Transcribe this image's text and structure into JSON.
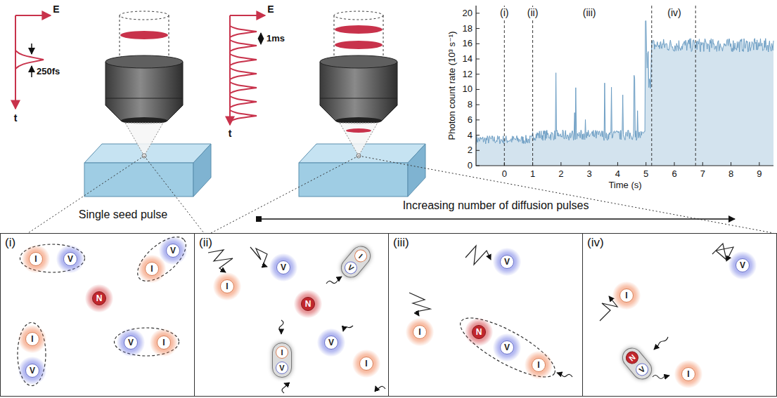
{
  "diagram": {
    "nodes": [
      {
        "text": [
          "(i)"
        ]
      },
      {
        "text": [
          "I"
        ],
        "in": 0
      },
      {
        "text": [
          "V"
        ],
        "in": 0
      },
      {
        "text": [
          "V"
        ],
        "in": 0
      },
      {
        "text": [
          "I"
        ],
        "in": 0
      },
      {
        "text": [
          "N"
        ],
        "in": 0
      },
      {
        "text": [
          "I"
        ],
        "in": 0
      },
      {
        "text": [
          "V"
        ],
        "in": 0
      },
      {
        "text": [
          "I"
        ],
        "in": 0
      },
      {
        "text": [
          "V"
        ],
        "in": 0
      },
      {
        "text": [
          "(ii)"
        ]
      },
      {
        "text": [
          "I"
        ],
        "in": 10
      },
      {
        "text": [
          "V"
        ],
        "in": 10
      },
      {
        "text": [
          "I",
          "V"
        ],
        "in": 10
      },
      {
        "text": [
          "N"
        ],
        "in": 10
      },
      {
        "text": [
          "I",
          "V"
        ],
        "in": 10
      },
      {
        "text": [
          "V"
        ],
        "in": 10
      },
      {
        "text": [
          "I"
        ],
        "in": 10
      },
      {
        "text": [
          "(iii)"
        ]
      },
      {
        "text": [
          "I"
        ],
        "in": 18
      },
      {
        "text": [
          "V"
        ],
        "in": 18
      },
      {
        "text": [
          "N"
        ],
        "in": 18
      },
      {
        "text": [
          "V"
        ],
        "in": 18
      },
      {
        "text": [
          "I"
        ],
        "in": 18
      },
      {
        "text": [
          "(iv)"
        ]
      },
      {
        "text": [
          "V"
        ],
        "in": 24
      },
      {
        "text": [
          "I"
        ],
        "in": 24
      },
      {
        "text": [
          "N",
          "V"
        ],
        "in": 24
      },
      {
        "text": [
          "I"
        ],
        "in": 24
      }
    ],
    "labels": [
      "E",
      "t",
      "250fs",
      "E",
      "t",
      "1ms",
      "Photon count rate (10³ s⁻¹)",
      "0",
      "2",
      "4",
      "6",
      "8",
      "10",
      "12",
      "14",
      "16",
      "18",
      "20",
      "0",
      "1",
      "2",
      "3",
      "4",
      "5",
      "6",
      "7",
      "8",
      "9",
      "Time (s)",
      "(i)",
      "(ii)",
      "(iii)",
      "(iv)",
      "Single seed pulse",
      "Increasing number of diffusion pulses"
    ]
  }
}
